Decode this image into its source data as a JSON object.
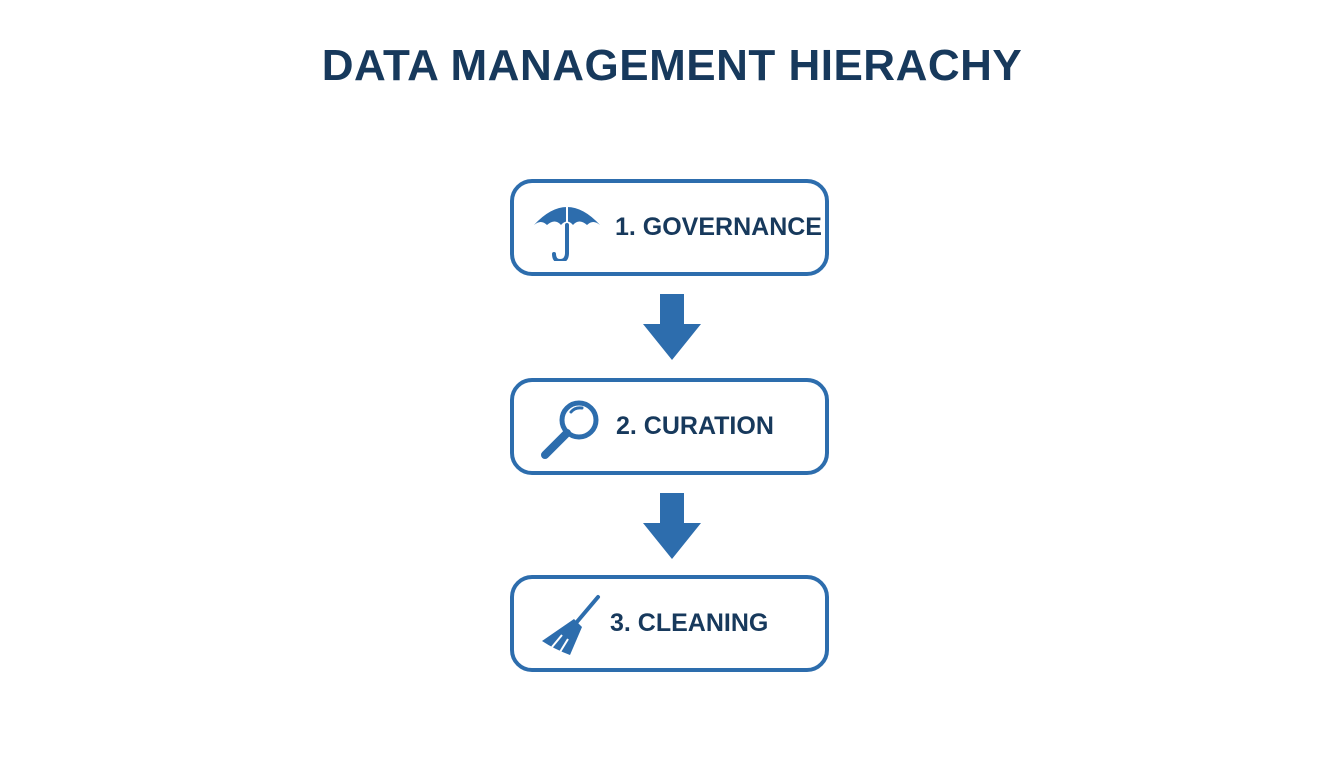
{
  "title": "DATA MANAGEMENT HIERACHY",
  "colors": {
    "accent": "#2d6dad",
    "text": "#17395c",
    "background": "#ffffff"
  },
  "steps": [
    {
      "label": "1. GOVERNANCE",
      "icon": "umbrella-icon"
    },
    {
      "label": "2. CURATION",
      "icon": "magnifying-glass-icon"
    },
    {
      "label": "3. CLEANING",
      "icon": "broom-icon"
    }
  ]
}
